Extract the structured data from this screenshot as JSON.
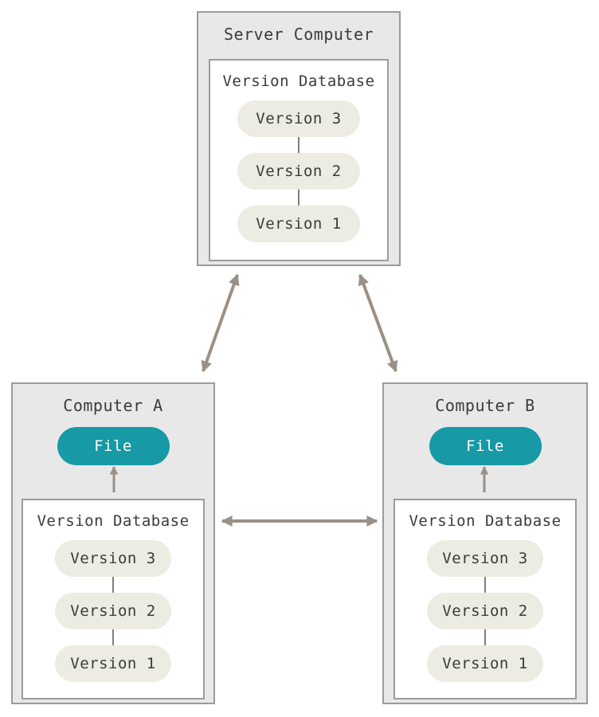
{
  "colors": {
    "box_fill": "#e8e8e8",
    "box_border": "#9b9b9b",
    "inner_fill": "#ffffff",
    "inner_border": "#9b9b9b",
    "pill_fill": "#edece3",
    "pill_text": "#3b3b38",
    "file_fill": "#1799a6",
    "file_text": "#ffffff",
    "arrow": "#9a9086",
    "connector": "#7d7d7d",
    "title_text": "#3b3b3b",
    "page_bg": "#ffffff"
  },
  "server": {
    "title": "Server Computer",
    "database": {
      "title": "Version Database",
      "versions": [
        "Version 3",
        "Version 2",
        "Version 1"
      ]
    }
  },
  "computer_a": {
    "title": "Computer A",
    "file_label": "File",
    "database": {
      "title": "Version Database",
      "versions": [
        "Version 3",
        "Version 2",
        "Version 1"
      ]
    }
  },
  "computer_b": {
    "title": "Computer B",
    "file_label": "File",
    "database": {
      "title": "Version Database",
      "versions": [
        "Version 3",
        "Version 2",
        "Version 1"
      ]
    }
  },
  "connections": [
    {
      "name": "server-to-computer-a",
      "type": "bidirectional-arrow"
    },
    {
      "name": "server-to-computer-b",
      "type": "bidirectional-arrow"
    },
    {
      "name": "computer-a-to-computer-b",
      "type": "bidirectional-arrow"
    },
    {
      "name": "database-to-file-a",
      "type": "up-arrow"
    },
    {
      "name": "database-to-file-b",
      "type": "up-arrow"
    }
  ]
}
